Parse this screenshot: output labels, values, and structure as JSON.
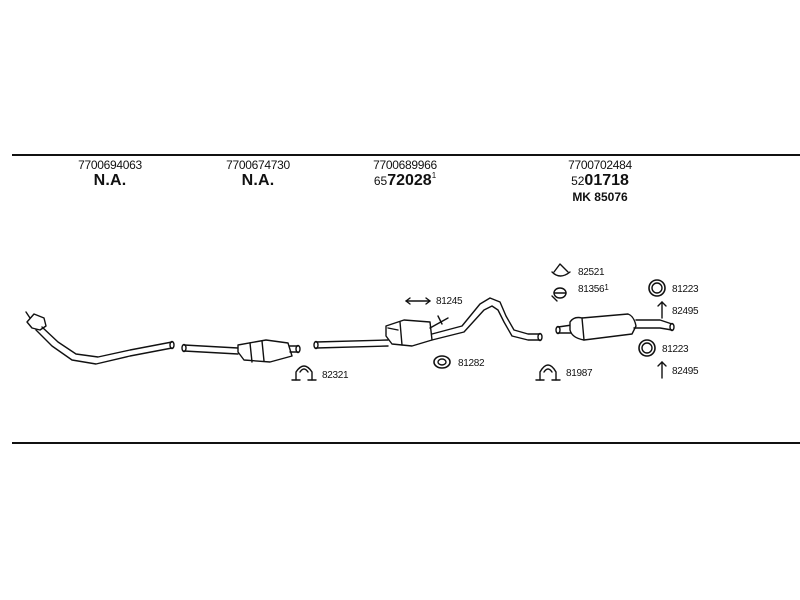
{
  "sections": [
    {
      "oe": "7700694063",
      "part": "N.A."
    },
    {
      "oe": "7700674730",
      "part": "N.A."
    },
    {
      "oe": "7700689966",
      "part_prefix": "65",
      "part_main": "72028",
      "part_sup": "1"
    },
    {
      "oe": "7700702484",
      "part_prefix": "52",
      "part_main": "01718",
      "mk": "MK  85076"
    }
  ],
  "callouts": {
    "c82321": "82321",
    "c81245": "81245",
    "c81282": "81282",
    "c82521": "82521",
    "c81356": "81356",
    "c81356_sup": "1",
    "c81987": "81987",
    "c81223_top": "81223",
    "c82495_top": "82495",
    "c81223_bottom": "81223",
    "c82495_bottom": "82495"
  },
  "icons": {
    "front_pipe": "exhaust-front-pipe-icon",
    "middle_muffler": "middle-muffler-icon",
    "center_muffler": "center-muffler-icon",
    "rear_muffler": "rear-muffler-icon",
    "clamp": "clamp-icon",
    "rubber_mount": "rubber-mount-icon",
    "hook": "hanger-hook-icon",
    "ring": "gasket-ring-icon"
  }
}
